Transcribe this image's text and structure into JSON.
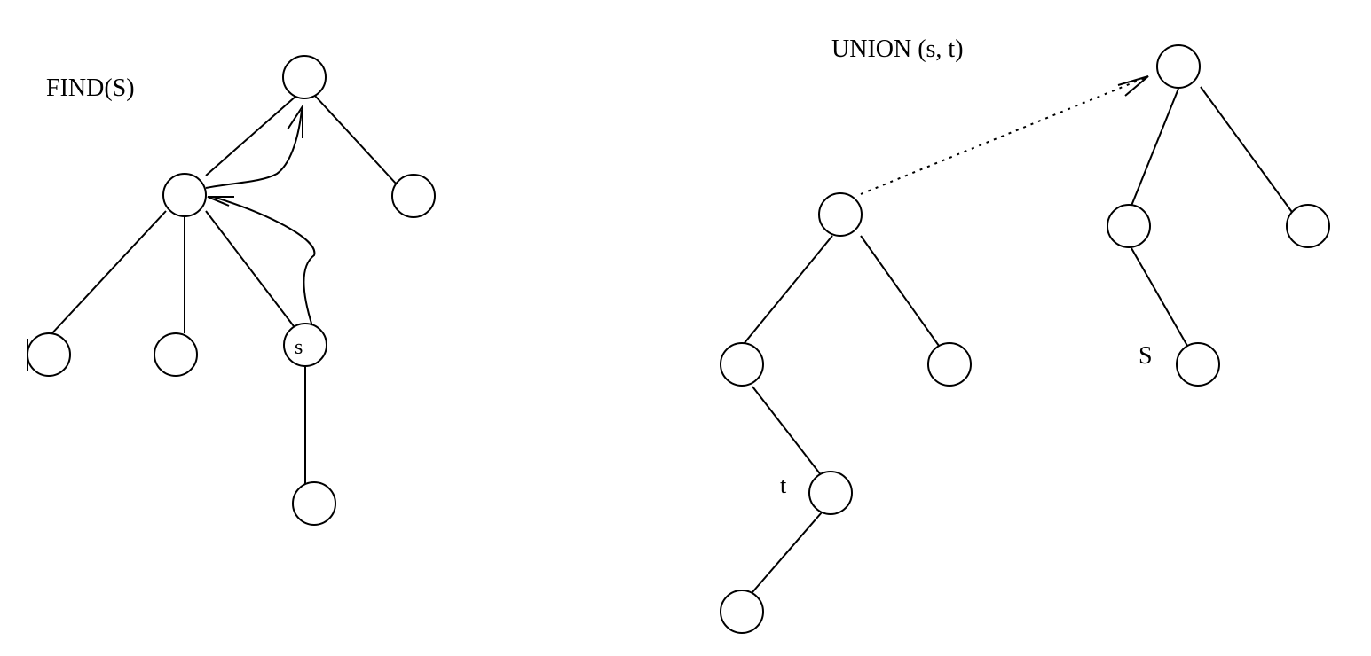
{
  "find_panel": {
    "title": "FIND(S)",
    "node_s_label": "s"
  },
  "union_panel": {
    "title": "UNION (s, t)",
    "label_t": "t",
    "label_S": "S"
  }
}
